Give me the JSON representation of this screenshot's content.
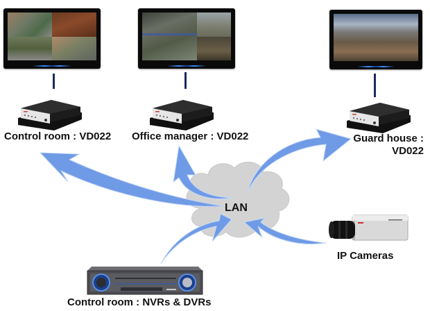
{
  "diagram": {
    "title": "VD022 video decoder LAN deployment",
    "hub": {
      "label": "LAN",
      "icon": "cloud-icon"
    },
    "nodes": [
      {
        "id": "control-room-decoder",
        "label": "Control room : VD022",
        "icon": "decoder-box-icon",
        "display": "monitor-icon",
        "screen": "quad-view"
      },
      {
        "id": "office-manager-decoder",
        "label": "Office manager : VD022",
        "icon": "decoder-box-icon",
        "display": "monitor-icon",
        "screen": "dual-view"
      },
      {
        "id": "guard-house-decoder",
        "label_line1": "Guard house :",
        "label_line2": "VD022",
        "icon": "decoder-box-icon",
        "display": "monitor-icon",
        "screen": "city-view"
      },
      {
        "id": "ip-cameras",
        "label": "IP Cameras",
        "icon": "ip-camera-icon"
      },
      {
        "id": "nvr-dvr",
        "label": "Control room : NVRs & DVRs",
        "icon": "nvr-recorder-icon"
      }
    ],
    "edges": [
      {
        "from": "LAN",
        "to": "control-room-decoder",
        "direction": "outbound"
      },
      {
        "from": "LAN",
        "to": "office-manager-decoder",
        "direction": "outbound"
      },
      {
        "from": "LAN",
        "to": "guard-house-decoder",
        "direction": "outbound"
      },
      {
        "from": "ip-cameras",
        "to": "LAN",
        "direction": "inbound"
      },
      {
        "from": "nvr-dvr",
        "to": "LAN",
        "direction": "inbound"
      }
    ],
    "colors": {
      "arrow": "#6f9ae6",
      "arrow_highlight": "#bcd4f7",
      "cloud": "#d4d4d4",
      "cable": "#1b2a5c",
      "text": "#111111"
    }
  }
}
